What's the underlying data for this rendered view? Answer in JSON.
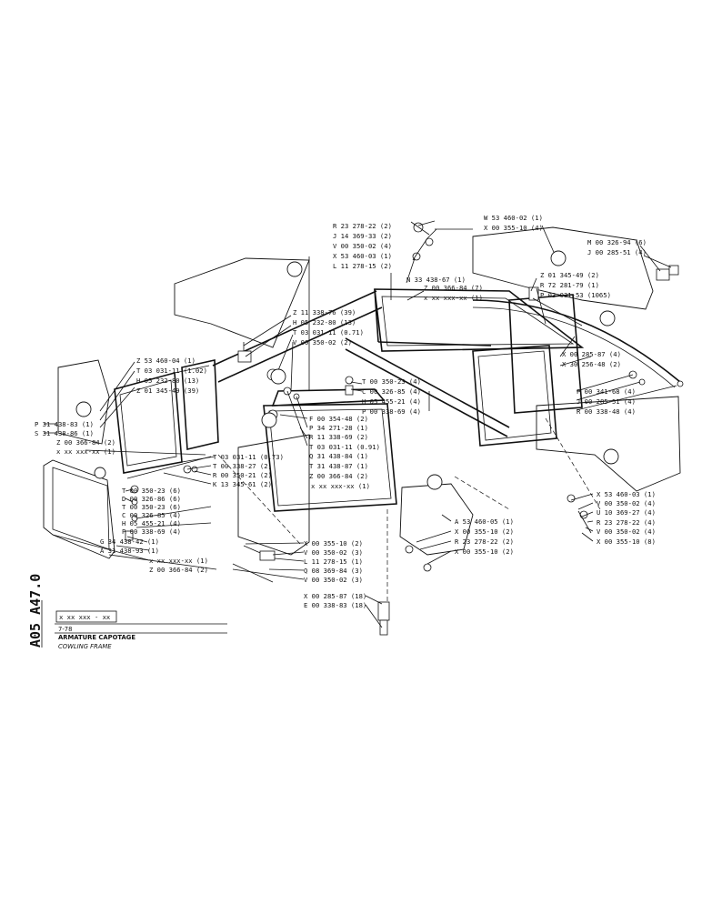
{
  "document": {
    "code_vertical": "A05 A47.0",
    "ref_box": "x xx xxx - xx",
    "date": "7-78",
    "title_fr": "ARMATURE CAPOTAGE",
    "title_en": "COWLING FRAME"
  },
  "labels": [
    "W 53 460-02 (1)",
    "X 00 355-10 (4)",
    "R 23 278-22 (2)",
    "J 14 369-33 (2)",
    "V 00 350-02 (4)",
    "X 53 460-03 (1)",
    "L 11 278-15 (2)",
    "M 00 326-94 (6)",
    "J 00 285-51 (4)",
    "N 33 438-67 (1)",
    "Z 00 366-84 (7)",
    "x xx xxx-xx (1)",
    "Z 01 345-49 (2)",
    "R 72 281-79 (1)",
    "P 03 031-53 (1065)",
    "Z 11 338-76 (39)",
    "H 05 232-80 (13)",
    "T 03 031-11 (0.71)",
    "V 00 350-02 (2)",
    "X 00 285-87 (4)",
    "X 30 256-48 (2)",
    "Z 53 460-04 (1)",
    "T 03 031-11 (1.02)",
    "H 05 232-80 (13)",
    "Z 01 345-49 (39)",
    "T 00 350-23 (4)",
    "C 00 326-85 (4)",
    "H 05 455-21 (4)",
    "P 00 338-69 (4)",
    "P 00 341-68 (4)",
    "J 00 285-51 (4)",
    "R 00 338-48 (4)",
    "P 31 438-83 (1)",
    "S 31 438-86 (1)",
    "Z 00 366-84 (2)",
    "F 00 354-48 (2)",
    "P 34 271-28 (1)",
    "R 11 338-69 (2)",
    "T 03 031-11 (0.91)",
    "Q 31 438-84 (1)",
    "T 31 438-87 (1)",
    "x xx xxx-xx (1)",
    "T 03 031-11 (0.73)",
    "T 00 338-27 (2)",
    "R 00 350-21 (2)",
    "K 13 345-61 (2)",
    "Z 00 366-84 (2)",
    "x xx xxx-xx (1)",
    "T 00 350-23 (6)",
    "D 00 326-86 (6)",
    "T 00 350-23 (6)",
    "C 00 326-85 (4)",
    "H 05 455-21 (4)",
    "P 00 338-69 (4)",
    "G 34 438-42 (1)",
    "A 31 438-93 (1)",
    "x xx xxx-xx (1)",
    "Z 00 366-84 (2)",
    "X 53 460-03 (1)",
    "V 00 350-02 (4)",
    "U 10 369-27 (4)",
    "R 23 278-22 (4)",
    "V 00 350-02 (4)",
    "X 00 355-10 (8)",
    "A 53 460-05 (1)",
    "X 00 355-10 (2)",
    "R 23 278-22 (2)",
    "X 00 355-10 (2)",
    "X 00 355-10 (2)",
    "V 00 350-02 (3)",
    "L 11 278-15 (1)",
    "Q 08 369-84 (3)",
    "V 00 350-02 (3)",
    "X 00 285-87 (18)",
    "E 00 338-83 (18)"
  ]
}
